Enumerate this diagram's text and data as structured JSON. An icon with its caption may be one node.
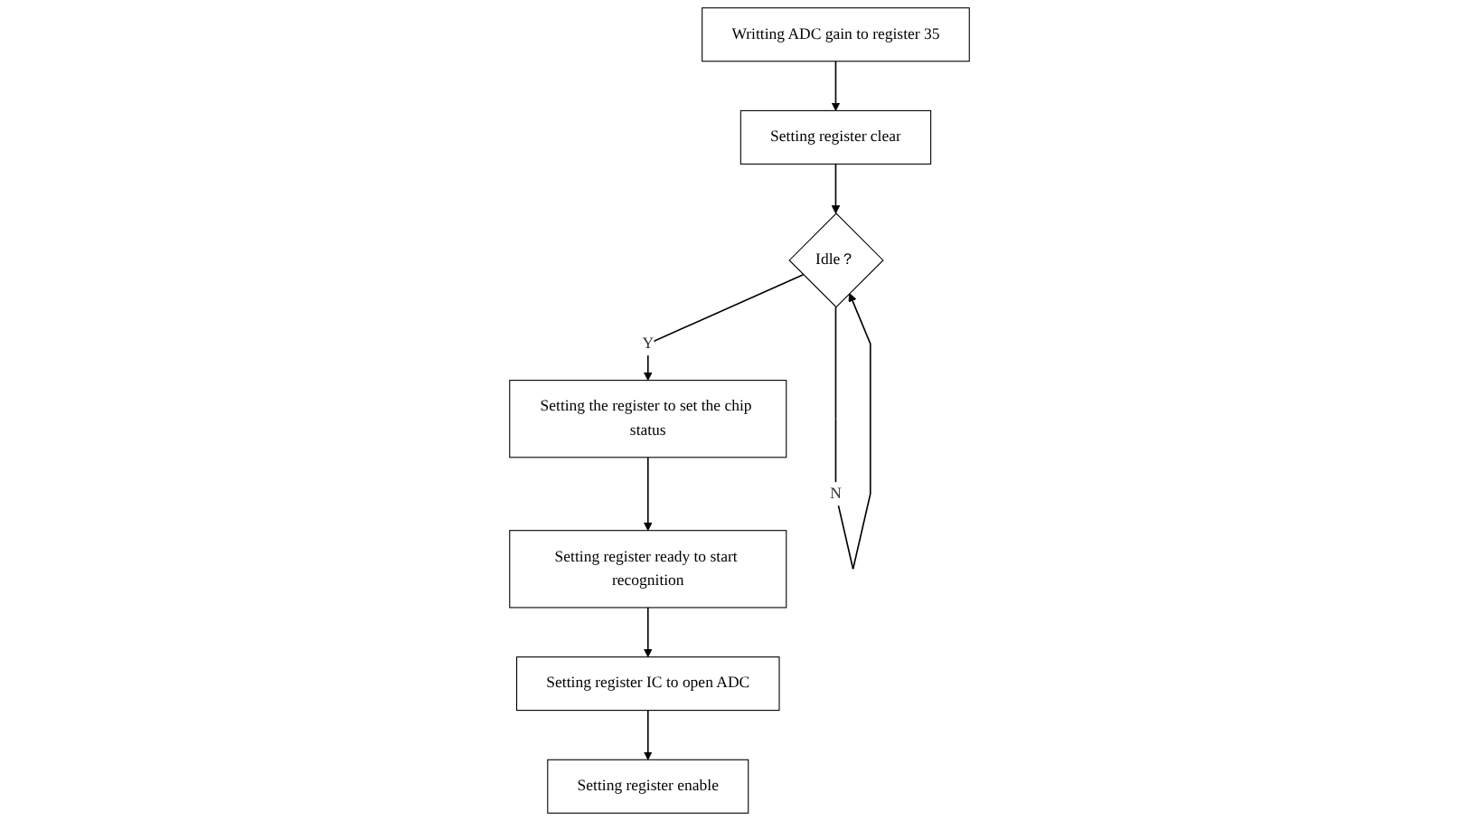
{
  "diagram": {
    "nodes": [
      {
        "text": [
          "Writting ADC gain to register 35"
        ]
      },
      {
        "text": [
          "Setting register clear"
        ]
      },
      {
        "text": [
          "Idle？"
        ]
      },
      {
        "text": [
          "Setting the register to set the chip status"
        ]
      },
      {
        "text": [
          "Setting register ready to start recognition"
        ]
      },
      {
        "text": [
          "Setting register IC to open ADC"
        ]
      },
      {
        "text": [
          "Setting register enable"
        ]
      }
    ],
    "edges": [
      {
        "from": 0,
        "to": 1,
        "arrow": "to"
      },
      {
        "from": 1,
        "to": 2,
        "arrow": "to"
      },
      {
        "from": 2,
        "to": 2,
        "arrow": "to",
        "label": "N"
      },
      {
        "from": 2,
        "to": 3,
        "arrow": "to",
        "label": "Y"
      },
      {
        "from": 3,
        "to": 4,
        "arrow": "to"
      },
      {
        "from": 4,
        "to": 5,
        "arrow": "to"
      },
      {
        "from": 5,
        "to": 6,
        "arrow": "to"
      }
    ]
  }
}
